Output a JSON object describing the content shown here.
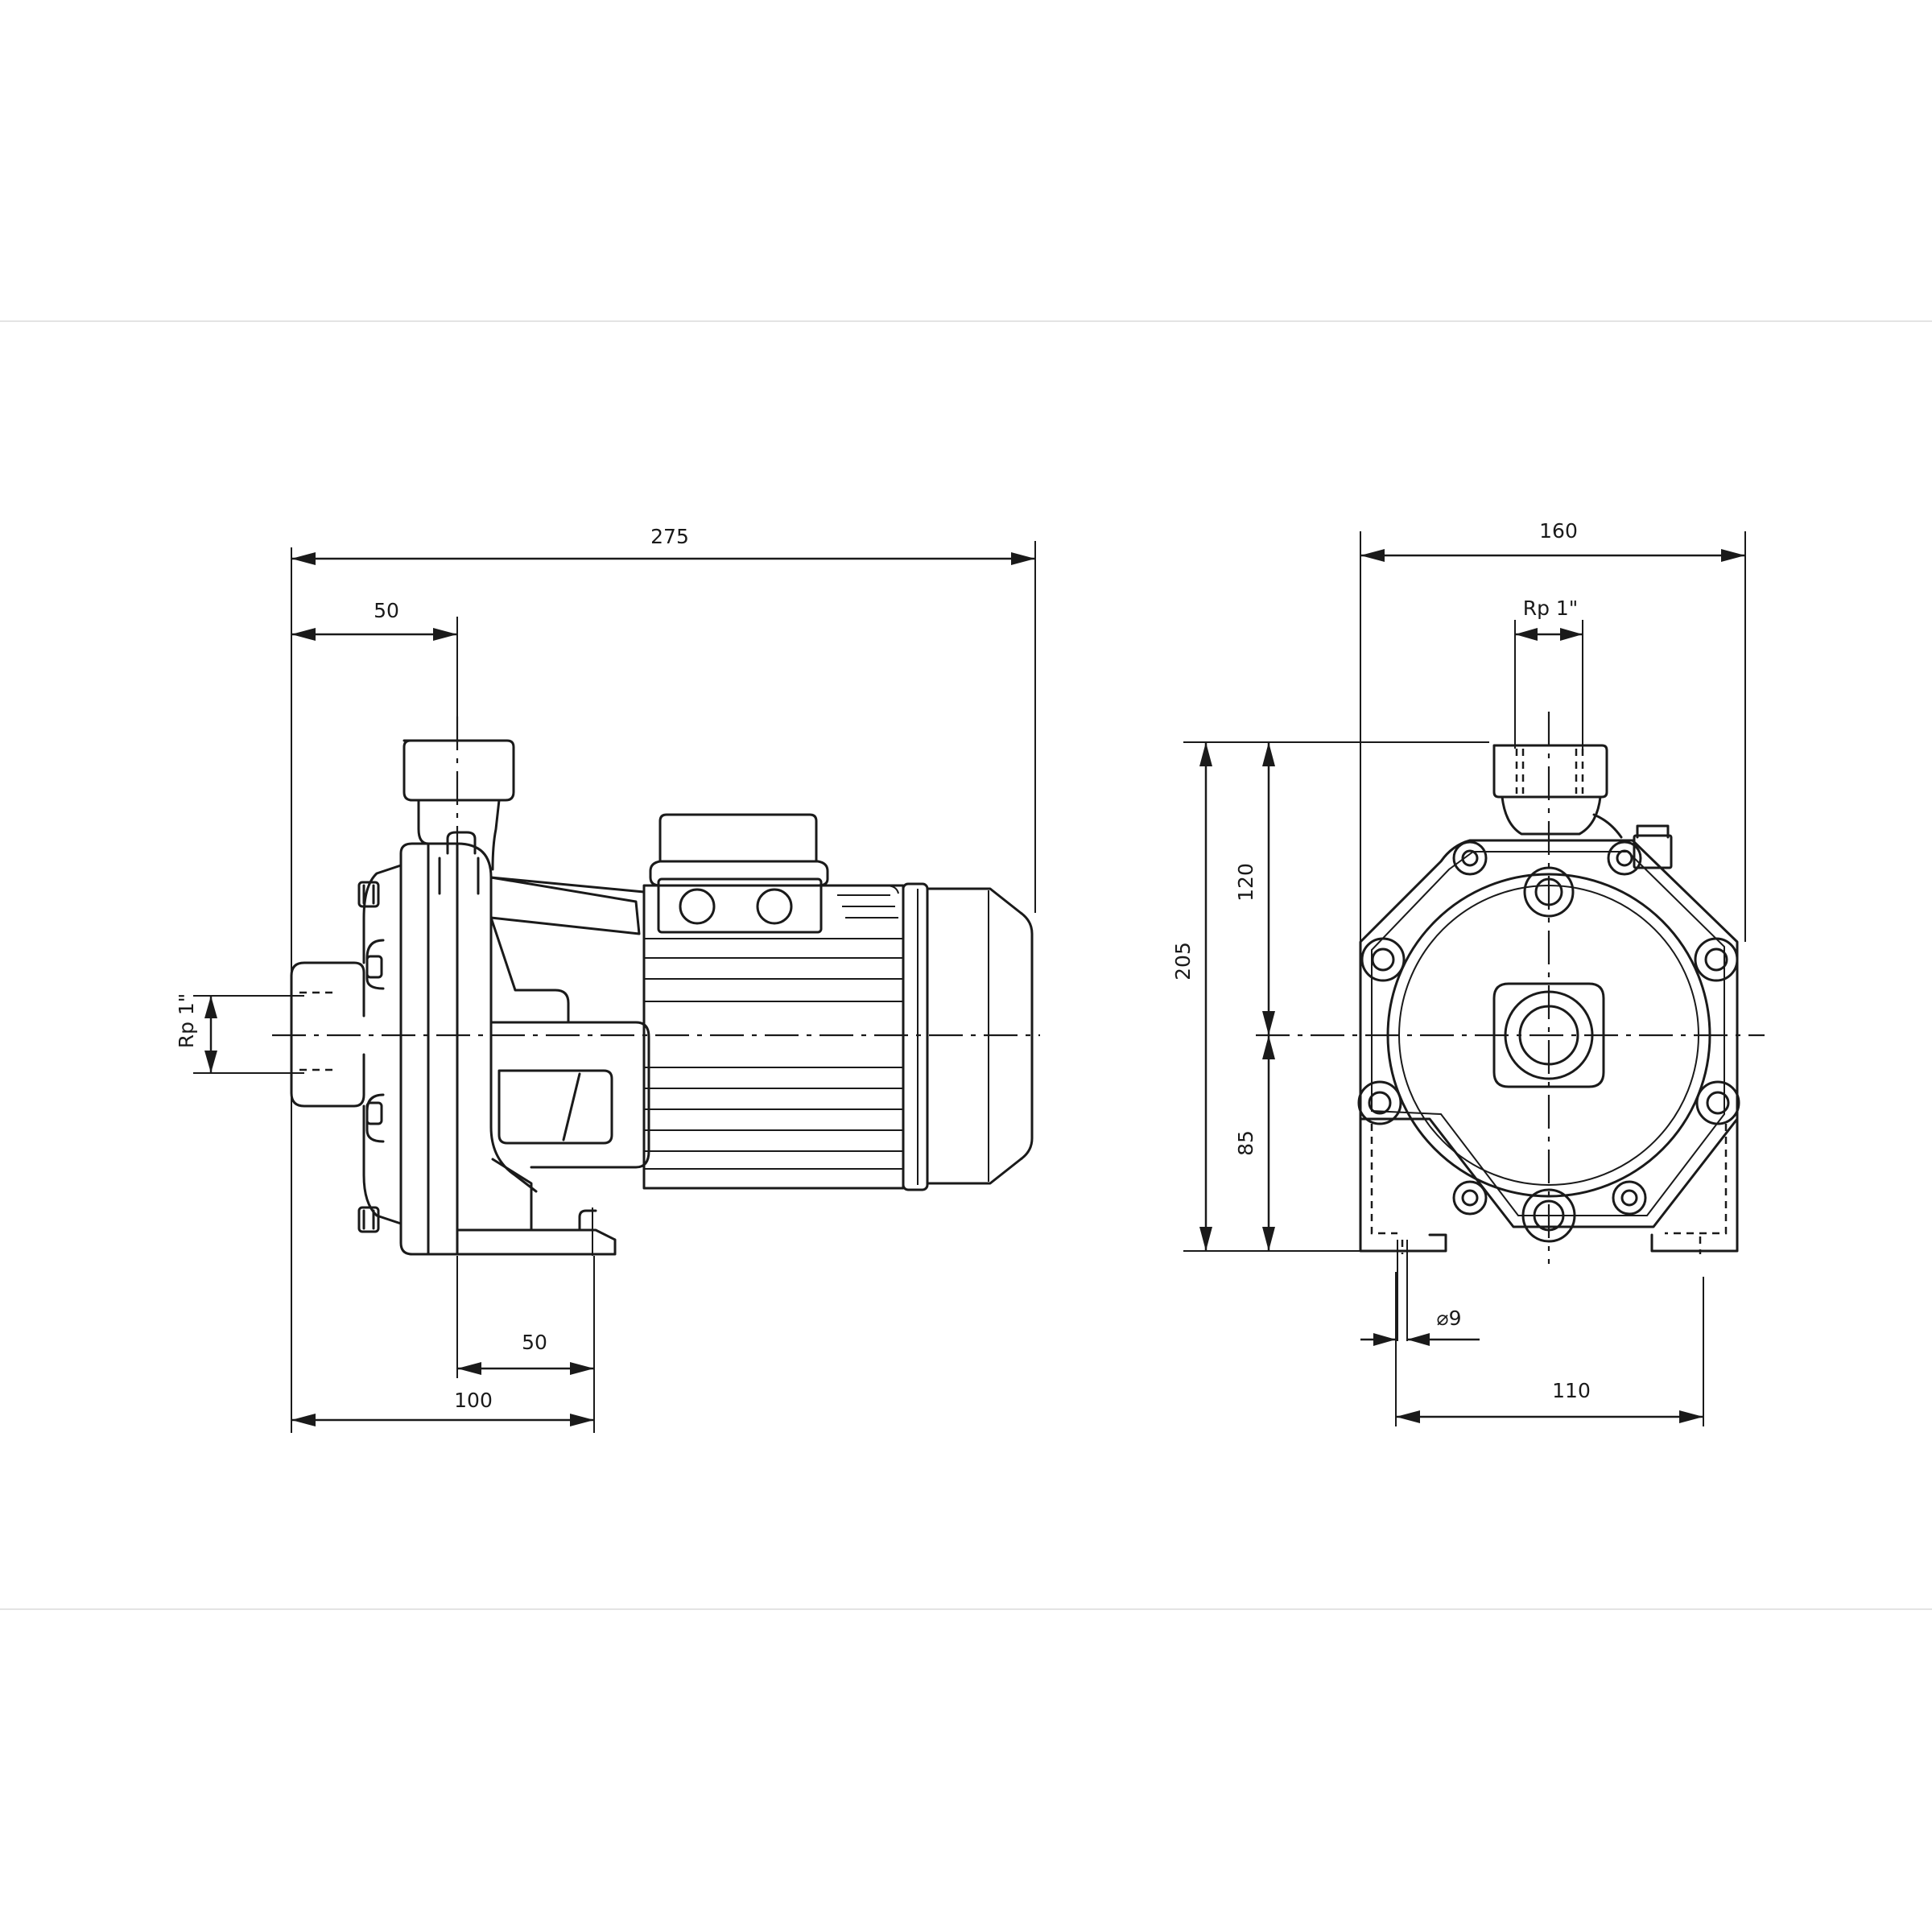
{
  "drawing": {
    "side_view": {
      "dim_overall_length": "275",
      "dim_inlet_to_outlet": "50",
      "dim_inlet_thread": "Rp 1\"",
      "dim_foot_hole_spacing": "50",
      "dim_inlet_to_foot": "100"
    },
    "end_view": {
      "dim_overall_width": "160",
      "dim_outlet_thread": "Rp 1\"",
      "dim_overall_height": "205",
      "dim_axis_to_outlet": "120",
      "dim_axis_height": "85",
      "dim_hole_diameter": "⌀9",
      "dim_foot_spacing": "110"
    }
  },
  "colors": {
    "line": "#1a1a1a",
    "background": "#ffffff",
    "rule": "#e4e4e4"
  }
}
